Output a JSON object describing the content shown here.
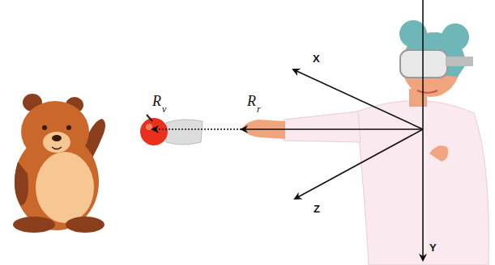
{
  "diagram": {
    "labels": [
      "R",
      "v",
      "R",
      "r",
      "X",
      "Z",
      "Y"
    ]
  }
}
